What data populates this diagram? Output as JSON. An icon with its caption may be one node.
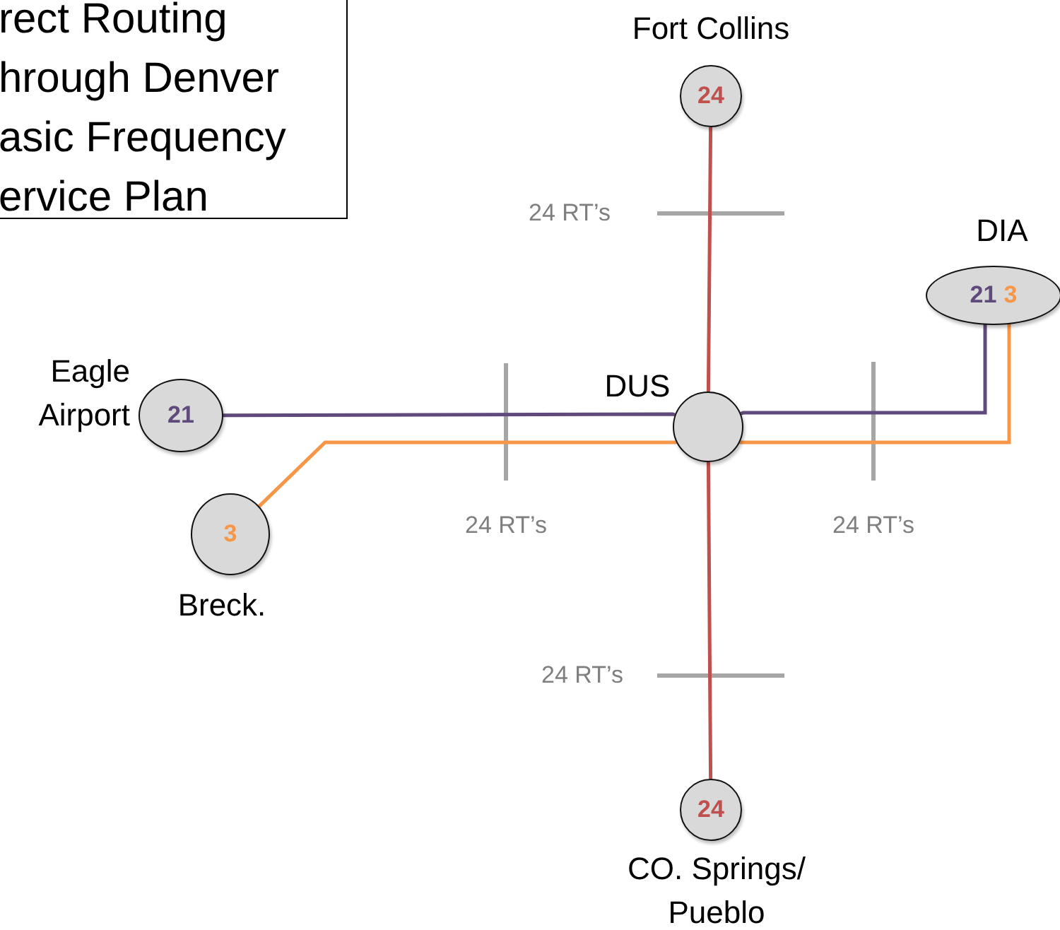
{
  "diagram": {
    "title": "rect Routing hrough Denver asic Frequency ervice Plan",
    "nodes": [
      {
        "text": [
          "24"
        ],
        "beside": [
          "Fort Collins"
        ]
      },
      {
        "text": [
          "21",
          "3"
        ],
        "beside": [
          "DIA"
        ]
      },
      {
        "text": [
          "21"
        ],
        "beside": [
          "Eagle Airport"
        ]
      },
      {
        "text": [],
        "shape": "circle",
        "beside": [
          "DUS"
        ]
      },
      {
        "text": [
          "3"
        ],
        "beside": [
          "Breck."
        ]
      },
      {
        "text": [
          "24"
        ],
        "beside": [
          "CO. Springs/ Pueblo"
        ]
      }
    ],
    "edges": [
      {
        "from": 0,
        "to": 3,
        "arrow": "none",
        "color": "#c0504d"
      },
      {
        "from": 3,
        "to": 5,
        "arrow": "none",
        "color": "#c0504d"
      },
      {
        "from": 2,
        "to": 3,
        "arrow": "none",
        "color": "#604a7b"
      },
      {
        "from": 3,
        "to": 1,
        "arrow": "none",
        "color": "#604a7b"
      },
      {
        "from": 4,
        "to": 3,
        "arrow": "none",
        "color": "#f79646"
      },
      {
        "from": 3,
        "to": 1,
        "arrow": "none",
        "color": "#f79646"
      }
    ],
    "labels": [
      "24 RT’s",
      "24 RT’s",
      "24 RT’s",
      "24 RT’s"
    ]
  }
}
